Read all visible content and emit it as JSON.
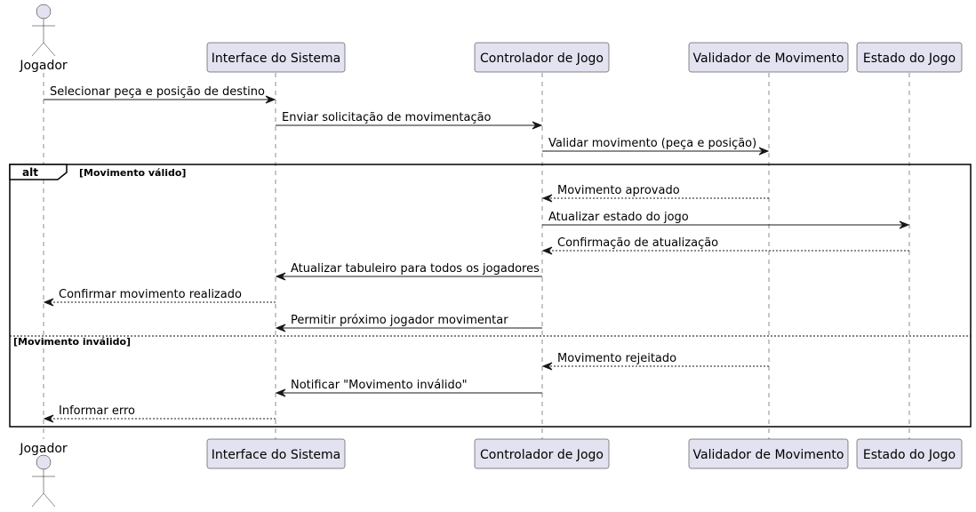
{
  "participants": [
    {
      "id": "jogador",
      "label": "Jogador",
      "kind": "actor"
    },
    {
      "id": "interface",
      "label": "Interface do Sistema",
      "kind": "box"
    },
    {
      "id": "controlador",
      "label": "Controlador de Jogo",
      "kind": "box"
    },
    {
      "id": "validador",
      "label": "Validador de Movimento",
      "kind": "box"
    },
    {
      "id": "estado",
      "label": "Estado do Jogo",
      "kind": "box"
    }
  ],
  "messages": [
    {
      "from": "jogador",
      "to": "interface",
      "label": "Selecionar peça e posição de destino",
      "style": "solid"
    },
    {
      "from": "interface",
      "to": "controlador",
      "label": "Enviar solicitação de movimentação",
      "style": "solid"
    },
    {
      "from": "controlador",
      "to": "validador",
      "label": "Validar movimento (peça e posição)",
      "style": "solid"
    },
    {
      "from": "validador",
      "to": "controlador",
      "label": "Movimento aprovado",
      "style": "dashed"
    },
    {
      "from": "controlador",
      "to": "estado",
      "label": "Atualizar estado do jogo",
      "style": "solid"
    },
    {
      "from": "estado",
      "to": "controlador",
      "label": "Confirmação de atualização",
      "style": "dashed"
    },
    {
      "from": "controlador",
      "to": "interface",
      "label": "Atualizar tabuleiro para todos os jogadores",
      "style": "solid"
    },
    {
      "from": "interface",
      "to": "jogador",
      "label": "Confirmar movimento realizado",
      "style": "dashed"
    },
    {
      "from": "controlador",
      "to": "interface",
      "label": "Permitir próximo jogador movimentar",
      "style": "solid"
    },
    {
      "from": "validador",
      "to": "controlador",
      "label": "Movimento rejeitado",
      "style": "dashed"
    },
    {
      "from": "controlador",
      "to": "interface",
      "label": "Notificar \"Movimento inválido\"",
      "style": "solid"
    },
    {
      "from": "interface",
      "to": "jogador",
      "label": "Informar erro",
      "style": "dashed"
    }
  ],
  "fragment": {
    "keyword": "alt",
    "condition1": "[Movimento válido]",
    "condition2": "[Movimento inválido]"
  }
}
